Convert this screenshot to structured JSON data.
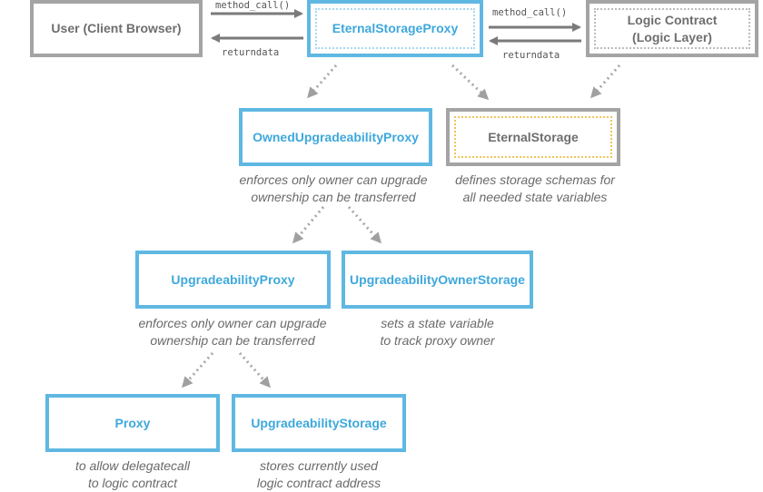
{
  "nodes": {
    "user": "User (Client Browser)",
    "eternal_storage_proxy": "EternalStorageProxy",
    "logic_contract": "Logic Contract\n(Logic Layer)",
    "owned_upgradeability_proxy": "OwnedUpgradeabilityProxy",
    "eternal_storage": "EternalStorage",
    "upgradeability_proxy": "UpgradeabilityProxy",
    "upgradeability_owner_storage": "UpgradeabilityOwnerStorage",
    "proxy": "Proxy",
    "upgradeability_storage": "UpgradeabilityStorage"
  },
  "edge_labels": {
    "method_call_1": "method_call()",
    "returndata_1": "returndata",
    "method_call_2": "method_call()",
    "returndata_2": "returndata"
  },
  "descriptions": {
    "owned_upgradeability_proxy": [
      "enforces only owner can upgrade",
      "ownership can be transferred"
    ],
    "eternal_storage": [
      "defines storage schemas for",
      "all needed state variables"
    ],
    "upgradeability_proxy": [
      "enforces only owner can upgrade",
      "ownership can be transferred"
    ],
    "upgradeability_owner_storage": [
      "sets a state variable",
      "to track proxy owner"
    ],
    "proxy": [
      "to allow delegatecall",
      "to logic contract"
    ],
    "upgradeability_storage": [
      "stores currently used",
      "logic contract address"
    ]
  },
  "colors": {
    "blue": "#5fb8e2",
    "gray": "#a4a4a4",
    "yellow_dots": "#f1c45c"
  }
}
